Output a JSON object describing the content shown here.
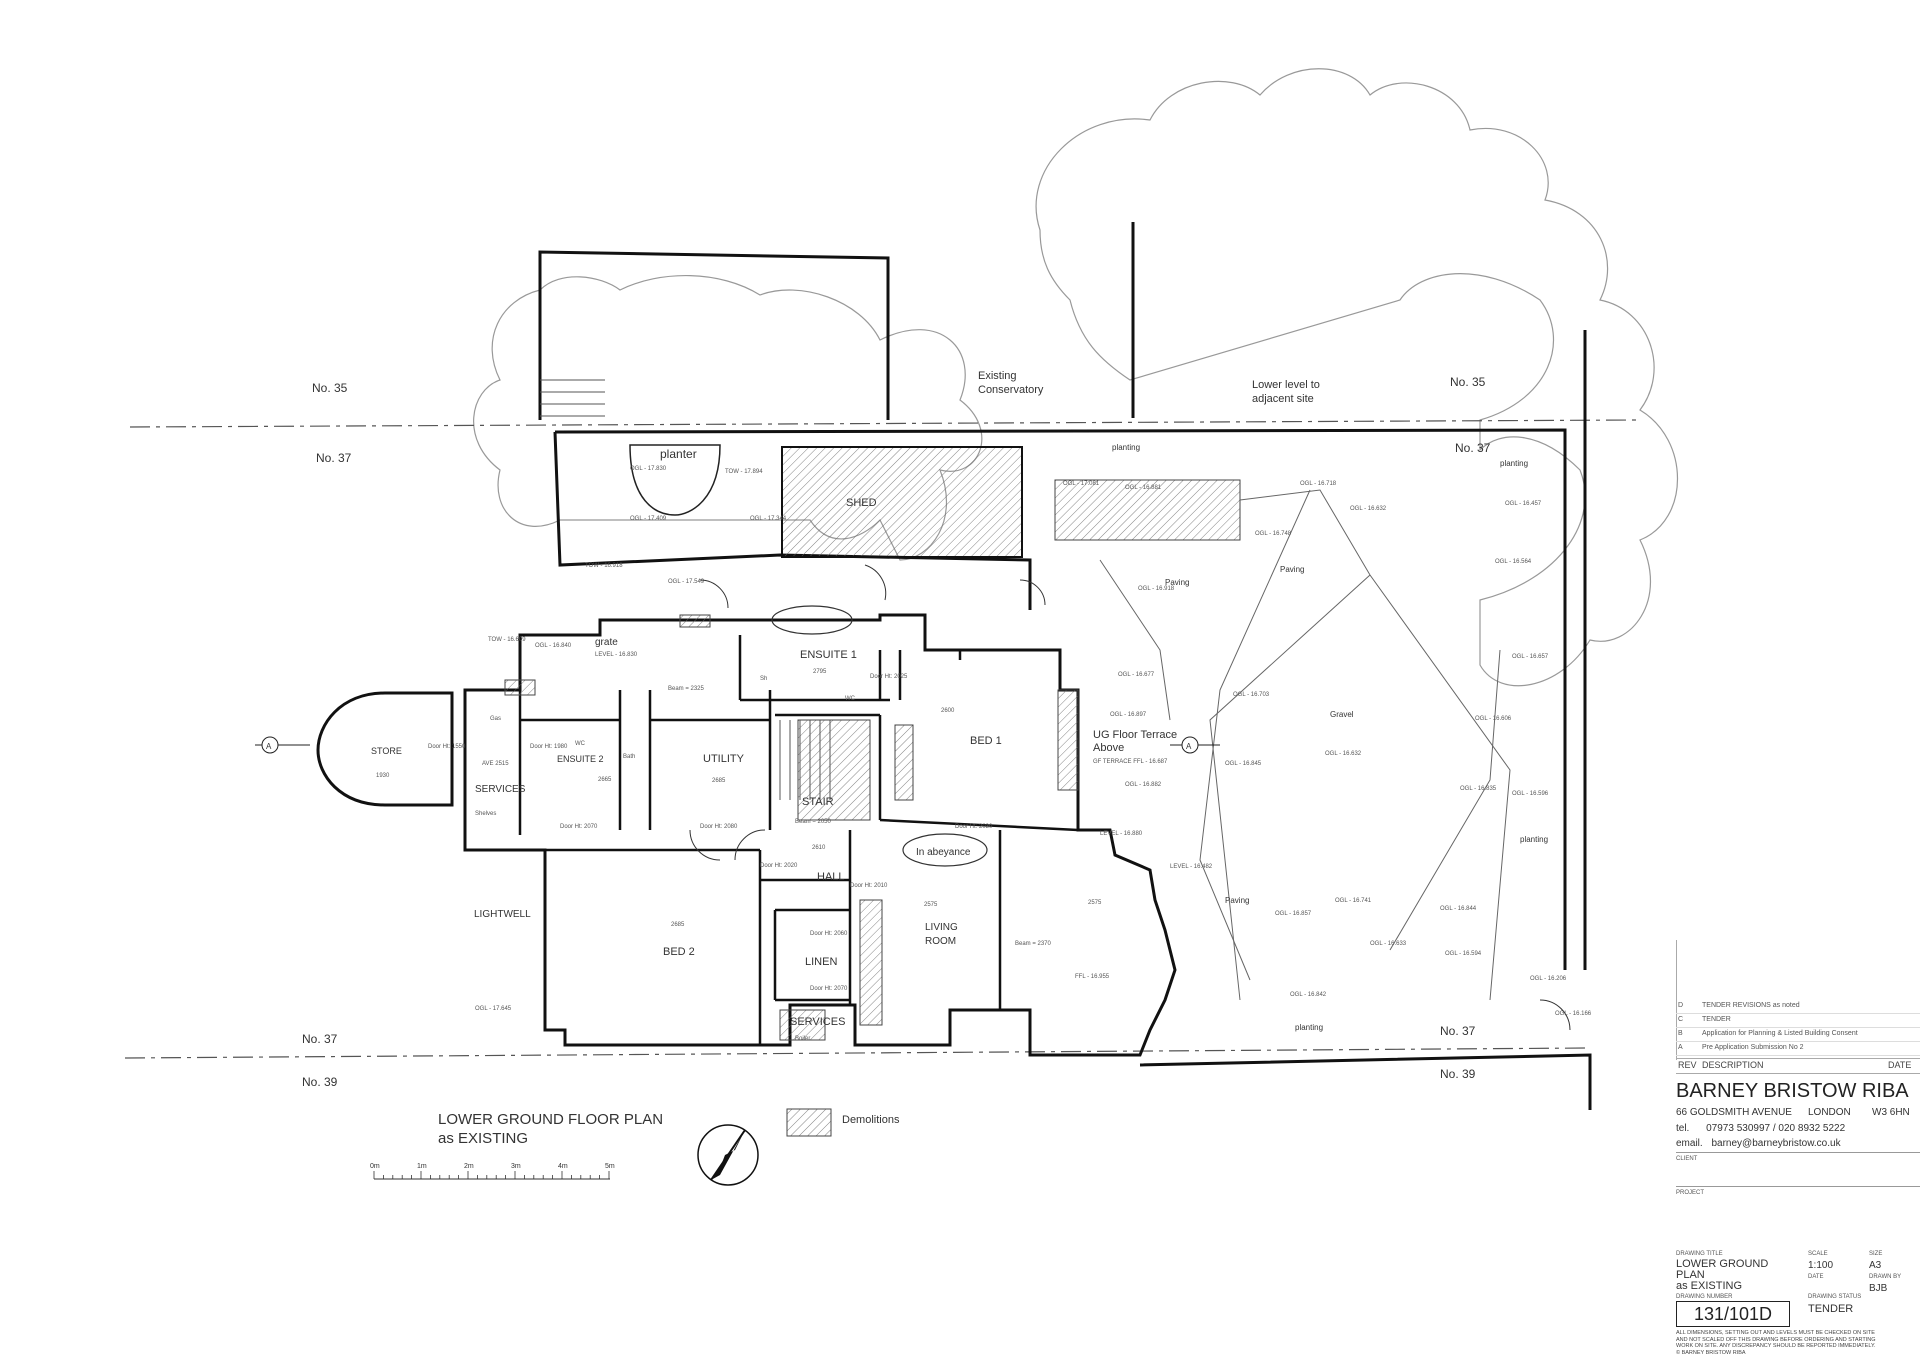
{
  "plan": {
    "title_line1": "LOWER GROUND FLOOR PLAN",
    "title_line2": "as EXISTING",
    "legend_demolitions": "Demolitions",
    "scale_labels": [
      "0m",
      "1m",
      "2m",
      "3m",
      "4m",
      "5m"
    ],
    "section_marker": "A",
    "neighbours": {
      "no35_left": "No. 35",
      "no37_left": "No. 37",
      "no35_right": "No. 35",
      "no37_right": "No. 37",
      "no37_bottom_left": "No. 37",
      "no39_bottom_left": "No. 39",
      "no37_bottom_right": "No. 37",
      "no39_bottom_right": "No. 39"
    },
    "areas": {
      "existing_conservatory_1": "Existing",
      "existing_conservatory_2": "Conservatory",
      "lower_level_1": "Lower level to",
      "lower_level_2": "adjacent site",
      "planter": "planter",
      "shed": "SHED",
      "planting_top": "planting",
      "planting_right": "planting",
      "planting_right2": "planting",
      "planting_bottom": "planting",
      "paving_1": "Paving",
      "paving_2": "Paving",
      "paving_3": "Paving",
      "gravel": "Gravel",
      "grate": "grate",
      "terrace_1": "UG Floor Terrace",
      "terrace_2": "Above",
      "in_abeyance": "In abeyance"
    },
    "rooms": {
      "store": "STORE",
      "services_1": "SERVICES",
      "lightwell": "LIGHTWELL",
      "ensuite_2": "ENSUITE 2",
      "utility": "UTILITY",
      "ensuite_1": "ENSUITE 1",
      "stair": "STAIR",
      "bed_1": "BED 1",
      "hall": "HALL",
      "bed_2": "BED 2",
      "linen": "LINEN",
      "services_2": "SERVICES",
      "living_1": "LIVING",
      "living_2": "ROOM"
    },
    "heights": {
      "h1930": "1930",
      "h2665": "2665",
      "h2795": "2795",
      "h2600": "2600",
      "h2685": "2685",
      "h2610": "2610",
      "h2575a": "2575",
      "h2575b": "2575",
      "h2685b": "2685"
    },
    "small_notes": {
      "ogl_17830": "OGL - 17.830",
      "tow_17894": "TOW - 17.894",
      "ogl_17409": "OGL - 17.409",
      "ogl_17344": "OGL - 17.344",
      "tow_16918": "TOW - 16.918",
      "ogl_17549": "OGL - 17.549",
      "ogl_17081": "OGL - 17.081",
      "ogl_16881": "OGL - 16.881",
      "ogl_16748": "OGL - 16.748",
      "ogl_16718": "OGL - 16.718",
      "ogl_16632": "OGL - 16.632",
      "ogl_16457": "OGL - 16.457",
      "ogl_16918": "OGL - 16.918",
      "ogl_16564": "OGL - 16.564",
      "ogl_16657": "OGL - 16.657",
      "ogl_16606": "OGL - 16.606",
      "ogl_16632b": "OGL - 16.632",
      "ogl_16703": "OGL - 16.703",
      "ogl_16845": "OGL - 16.845",
      "ogl_16835": "OGL - 16.835",
      "ogl_16596": "OGL - 16.596",
      "ogl_16677": "OGL - 16.677",
      "ogl_16897": "OGL - 16.897",
      "ogl_16882": "OGL - 16.882",
      "ogl_16741": "OGL - 16.741",
      "ogl_16857": "OGL - 16.857",
      "ogl_16844": "OGL - 16.844",
      "ogl_16594": "OGL - 16.594",
      "ogl_16633": "OGL - 16.633",
      "ogl_16842": "OGL - 16.842",
      "ogl_16206": "OGL - 16.206",
      "ogl_16166": "OGL - 16.166",
      "ogl_17645": "OGL - 17.645",
      "tow_16609": "TOW - 16.609",
      "ogl_16840": "OGL - 16.840",
      "level_16830": "LEVEL - 16.830",
      "level_16880": "LEVEL - 16.880",
      "level_16482": "LEVEL - 16.482",
      "gf_terrace": "GF TERRACE FFL - 16.687",
      "ffl_16955": "FFL - 16.955",
      "door_1550": "Door Ht: 1550",
      "door_1980": "Door Ht: 1980",
      "door_2070": "Door Ht: 2070",
      "door_2080": "Door Ht: 2080",
      "door_2020": "Door Ht: 2020",
      "door_2025": "Door Ht: 2025",
      "door_2030": "Door Ht: 2030",
      "door_2010": "Door Ht: 2010",
      "door_2060": "Door Ht: 2060",
      "door_2070b": "Door Ht: 2070",
      "beam_2325": "Beam = 2325",
      "beam_2050": "Beam = 2050",
      "beam_2370": "Beam = 2370",
      "ave_2515": "AVE 2515",
      "gas": "Gas",
      "wc_1": "WC",
      "wc_2": "WC",
      "bath": "Bath",
      "sh": "Sh",
      "boiler": "Boiler",
      "shelves": "Shelves"
    }
  },
  "title_block": {
    "revisions": [
      {
        "rev": "D",
        "description": "TENDER REVISIONS as noted"
      },
      {
        "rev": "C",
        "description": "TENDER"
      },
      {
        "rev": "B",
        "description": "Application for Planning & Listed Building Consent"
      },
      {
        "rev": "A",
        "description": "Pre Application Submission No 2"
      }
    ],
    "rev_header": "REV",
    "description_header": "DESCRIPTION",
    "date_header": "DATE",
    "firm": "BARNEY BRISTOW RIBA",
    "address": "66 GOLDSMITH AVENUE",
    "city": "LONDON",
    "postcode": "W3 6HN",
    "tel_label": "tel.",
    "tel": "07973 530997 / 020 8932 5222",
    "email_label": "email.",
    "email": "barney@barneybristow.co.uk",
    "client_label": "CLIENT",
    "project_label": "PROJECT",
    "drawing_title_label": "DRAWING TITLE",
    "drawing_title_1": "LOWER GROUND",
    "drawing_title_2": "PLAN",
    "drawing_title_3": "as EXISTING",
    "scale_label": "SCALE",
    "scale": "1:100",
    "size_label": "SIZE",
    "size": "A3",
    "date_label": "DATE",
    "drawn_by_label": "DRAWN BY",
    "drawn_by": "BJB",
    "drawing_number_label": "DRAWING NUMBER",
    "drawing_number": "131/101D",
    "drawing_status_label": "DRAWING STATUS",
    "drawing_status": "TENDER",
    "notes": [
      "ALL DIMENSIONS, SETTING OUT AND LEVELS MUST BE CHECKED ON SITE",
      "AND NOT SCALED OFF THIS DRAWING BEFORE ORDERING AND STARTING",
      "WORK ON SITE. ANY DISCREPANCY SHOULD BE REPORTED IMMEDIATELY.",
      "© BARNEY BRISTOW RIBA"
    ]
  }
}
